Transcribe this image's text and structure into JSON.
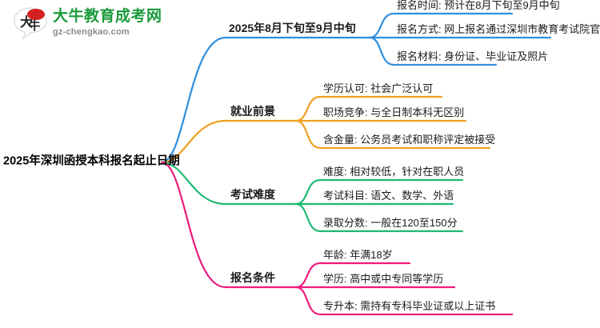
{
  "logo": {
    "mark_text": "大牛",
    "title": "大牛教育成考网",
    "subtitle": "gz-chengkao.com",
    "title_color": "#1a9b3c",
    "subtitle_color": "#8a8a8a",
    "mark_color": "#d32020"
  },
  "mindmap": {
    "root": {
      "label": "2025年深圳函授本科报名起止日期"
    },
    "branches": [
      {
        "label": "2025年8月下旬至9月中旬",
        "color": "#2f8fdd",
        "children": [
          {
            "label": "报名时间: 预计在8月下旬至9月中旬"
          },
          {
            "label": "报名方式: 网上报名通过深圳市教育考试院官网"
          },
          {
            "label": "报名材料: 身份证、毕业证及照片"
          }
        ]
      },
      {
        "label": "就业前景",
        "color": "#f0a01e",
        "children": [
          {
            "label": "学历认可: 社会广泛认可"
          },
          {
            "label": "职场竞争: 与全日制本科无区别"
          },
          {
            "label": "含金量: 公务员考试和职称评定被接受"
          }
        ]
      },
      {
        "label": "考试难度",
        "color": "#1fb874",
        "children": [
          {
            "label": "难度: 相对较低，针对在职人员"
          },
          {
            "label": "考试科目: 语文、数学、外语"
          },
          {
            "label": "录取分数: 一般在120至150分"
          }
        ]
      },
      {
        "label": "报名条件",
        "color": "#ec1c7d",
        "children": [
          {
            "label": "年龄: 年满18岁"
          },
          {
            "label": "学历: 高中或中专同等学历"
          },
          {
            "label": "专升本: 需持有专科毕业证或以上证书"
          }
        ]
      }
    ]
  }
}
